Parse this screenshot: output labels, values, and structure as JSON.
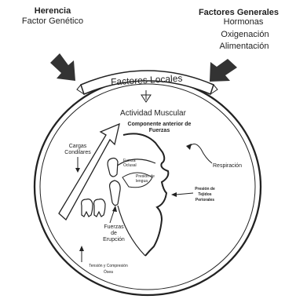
{
  "header": {
    "left_title": "Herencia",
    "left_subtitle": "Factor Genético",
    "right_title": "Factores Generales",
    "right_items": [
      "Hormonas",
      "Oxigenación",
      "Alimentación"
    ]
  },
  "oval": {
    "banner_label": "Factores Locales"
  },
  "labels": {
    "muscular_title": "Actividad Muscular",
    "muscular_sub_1": "Componente anterior de",
    "muscular_sub_2": "Fuerzas",
    "condylar_1": "Cargas",
    "condylar_2": "Condilares",
    "respiration": "Respiración",
    "tissue_1": "Presión de",
    "tissue_2": "Tejidos",
    "tissue_3": "Periorales",
    "eruption_1": "Fuerzas",
    "eruption_2": "de",
    "eruption_3": "Erupción",
    "tension_1": "Tensión y Compresión",
    "tension_2": "Ósea",
    "tiny_1": "Fuerza",
    "tiny_2": "Oclusal",
    "tiny_3": "Presión de",
    "tiny_4": "lengua"
  },
  "colors": {
    "ink": "#222222",
    "arrow_fill": "#333333"
  }
}
